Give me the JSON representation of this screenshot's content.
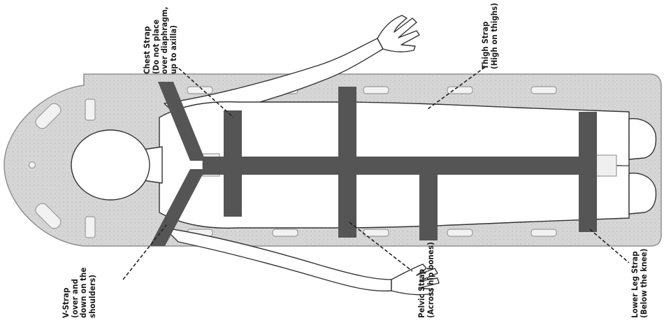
{
  "callouts": [
    {
      "id": "v-strap",
      "lines": [
        "V-Strap",
        "(over and",
        "down on the",
        "shoulders)"
      ]
    },
    {
      "id": "chest-strap",
      "lines": [
        "Chest Strap",
        "(Do not place",
        "over diaphragm,",
        "up to axilla)"
      ]
    },
    {
      "id": "pelvic-strap",
      "lines": [
        "Pelvic Strap",
        "(Across hip bones)"
      ]
    },
    {
      "id": "thigh-strap",
      "lines": [
        "Thigh Strap",
        "(High on thighs)"
      ]
    },
    {
      "id": "lower-leg-strap",
      "lines": [
        "Lower Leg Strap",
        "(Below the knee)"
      ]
    }
  ],
  "colors": {
    "board": "#d8d8d8",
    "strap": "#555555",
    "body_outline": "#333333",
    "leader_line": "#222222"
  }
}
